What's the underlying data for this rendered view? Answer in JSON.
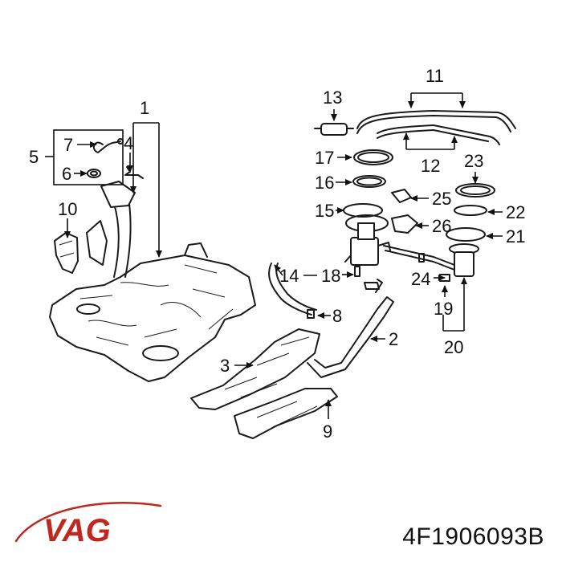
{
  "callouts": [
    "1",
    "2",
    "3",
    "4",
    "5",
    "6",
    "7",
    "8",
    "9",
    "10",
    "11",
    "12",
    "13",
    "14",
    "15",
    "16",
    "17",
    "18",
    "19",
    "20",
    "21",
    "22",
    "23",
    "24",
    "25",
    "26"
  ],
  "brand": {
    "logo_text": "VAG",
    "logo_color": "#c0281f"
  },
  "part_number": "4F1906093B"
}
